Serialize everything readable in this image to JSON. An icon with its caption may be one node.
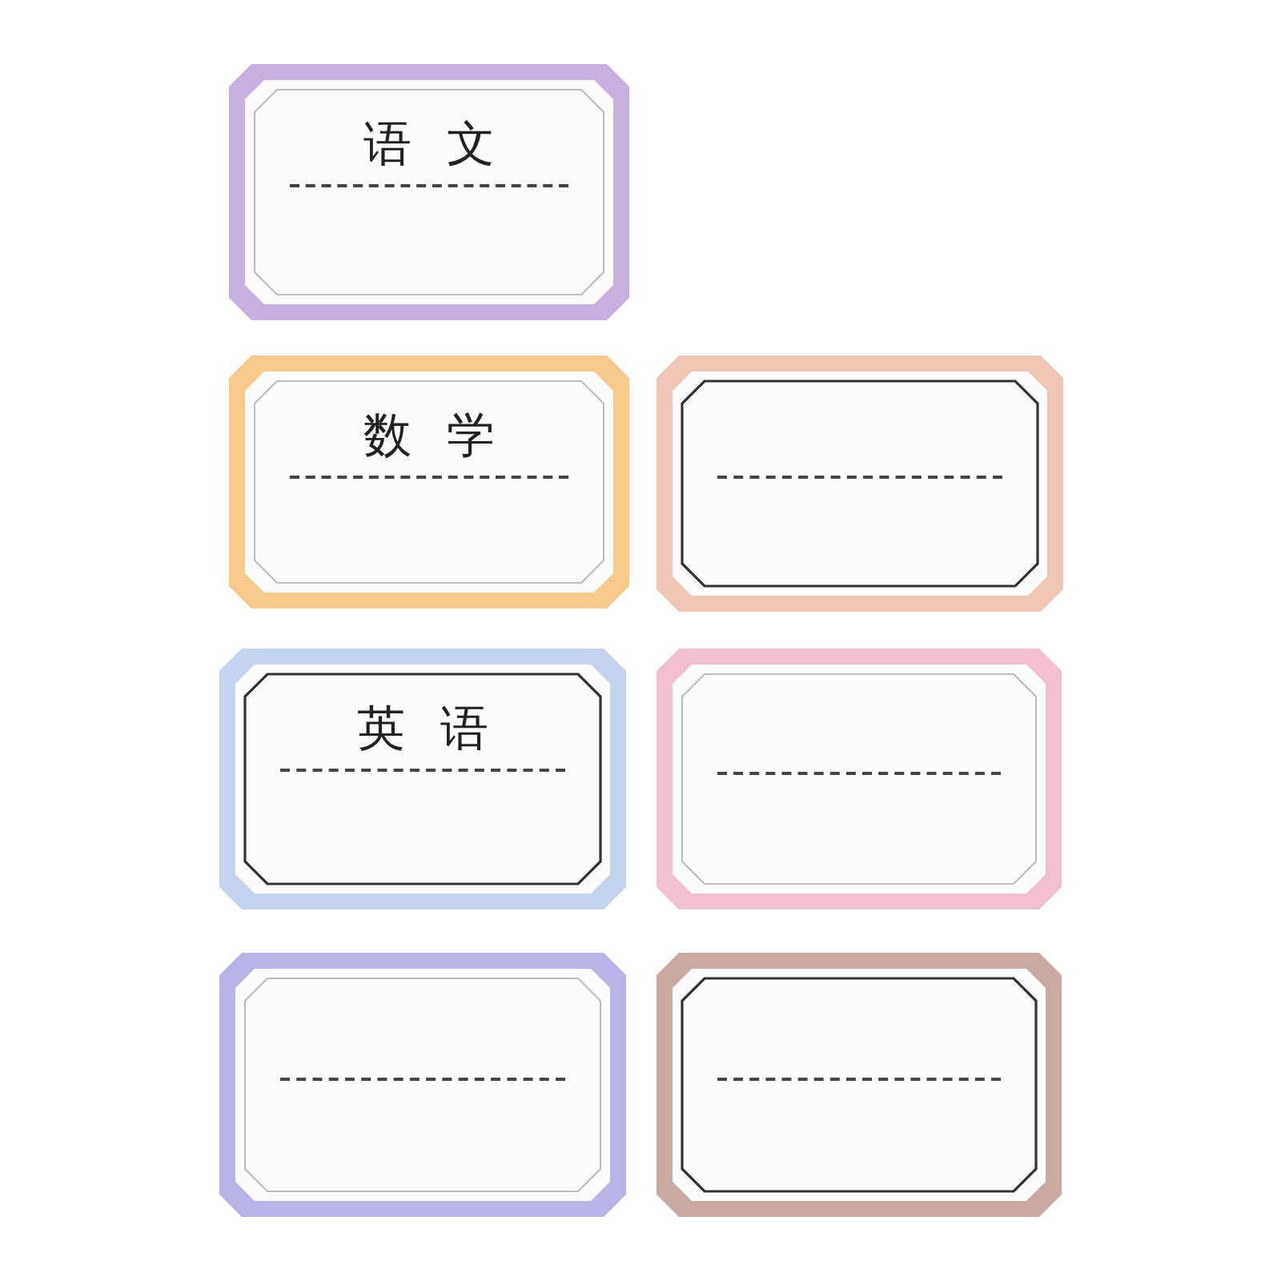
{
  "diagram": {
    "nodes": [
      {
        "text": [
          "语文"
        ]
      },
      {
        "text": [
          "数学"
        ]
      },
      {
        "text": [],
        "shape": "box"
      },
      {
        "text": [
          "英语"
        ]
      },
      {
        "text": [],
        "shape": "box"
      },
      {
        "text": [],
        "shape": "box"
      },
      {
        "text": [],
        "shape": "box"
      }
    ]
  }
}
